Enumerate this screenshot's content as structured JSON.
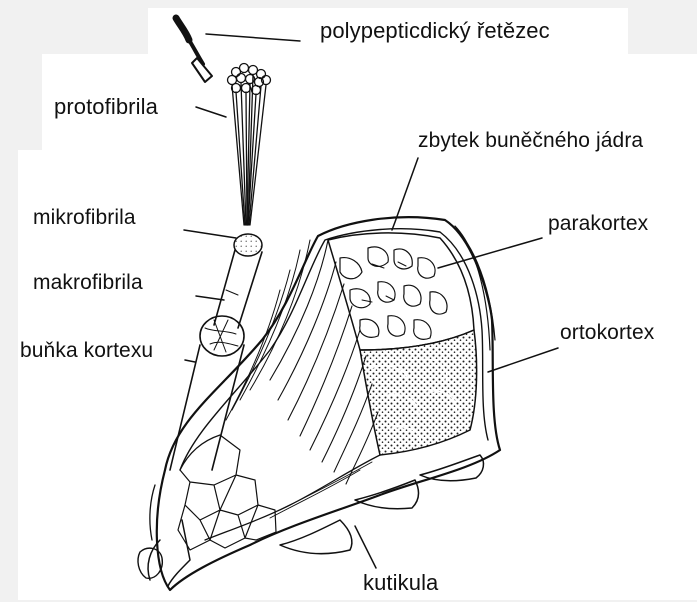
{
  "labels": {
    "polypeptide_chain": "polypepticdický řetězec",
    "protofibril": "protofibrila",
    "microfibril": "mikrofibrila",
    "macrofibril": "makrofibrila",
    "cortex_cell": "buňka kortexu",
    "nucleus_remnant": "zbytek buněčného jádra",
    "paracortex": "parakortex",
    "orthocortex": "ortokortex",
    "cuticle": "kutikula"
  },
  "colors": {
    "background": "#f1f1f1",
    "panel": "#ffffff",
    "ink": "#111111"
  }
}
